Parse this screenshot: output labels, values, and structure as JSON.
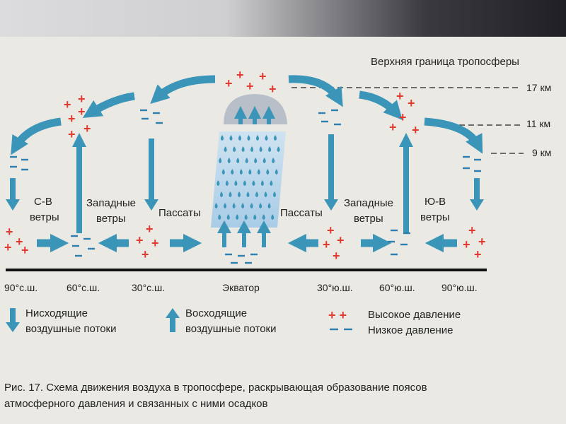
{
  "top_label": "Верхняя граница тропосферы",
  "heights": [
    "17 км",
    "11 км",
    "9 км"
  ],
  "winds": {
    "ne": [
      "С-В",
      "ветры"
    ],
    "west_n": [
      "Западные",
      "ветры"
    ],
    "trade_n": "Пассаты",
    "trade_s": "Пассаты",
    "west_s": [
      "Западные",
      "ветры"
    ],
    "se": [
      "Ю-В",
      "ветры"
    ]
  },
  "latitudes": [
    "90°с.ш.",
    "60°с.ш.",
    "30°с.ш.",
    "Экватор",
    "30°ю.ш.",
    "60°ю.ш.",
    "90°ю.ш."
  ],
  "legend": {
    "down": [
      "Нисходящие",
      "воздушные потоки"
    ],
    "up": [
      "Восходящие",
      "воздушные потоки"
    ],
    "high": "Высокое давление",
    "low": "Низкое давление",
    "high_symbol": "+ +"
  },
  "caption": [
    "Рис. 17. Схема движения воздуха в тропосфере, раскрывающая образование поясов",
    "атмосферного давления и связанных с ними осадков"
  ],
  "colors": {
    "arrow": "#3a95b8",
    "high": "#e03a2e",
    "low": "#2e7fb0",
    "rain": "#7fb8dc",
    "cloud": "#b9bfc8"
  }
}
